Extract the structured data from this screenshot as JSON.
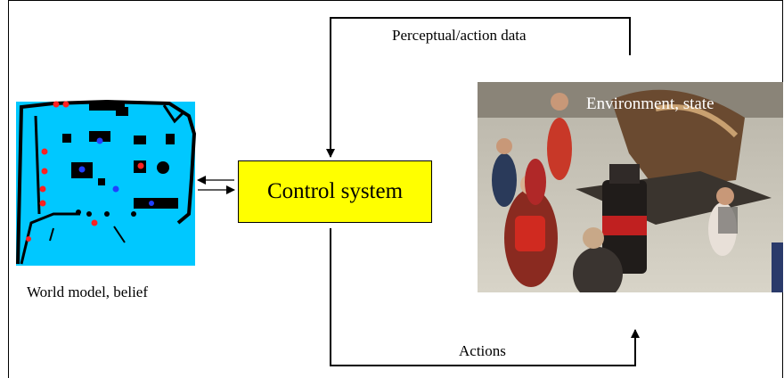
{
  "diagram": {
    "control_box_label": "Control system",
    "top_arrow_label": "Perceptual/action data",
    "bottom_arrow_label": "Actions",
    "world_model_caption": "World model, belief",
    "environment_caption": "Environment, state"
  },
  "colors": {
    "control_box_fill": "#ffff00",
    "map_background": "#00c8ff",
    "map_walls": "#000000",
    "map_markers": "#ff2020"
  }
}
